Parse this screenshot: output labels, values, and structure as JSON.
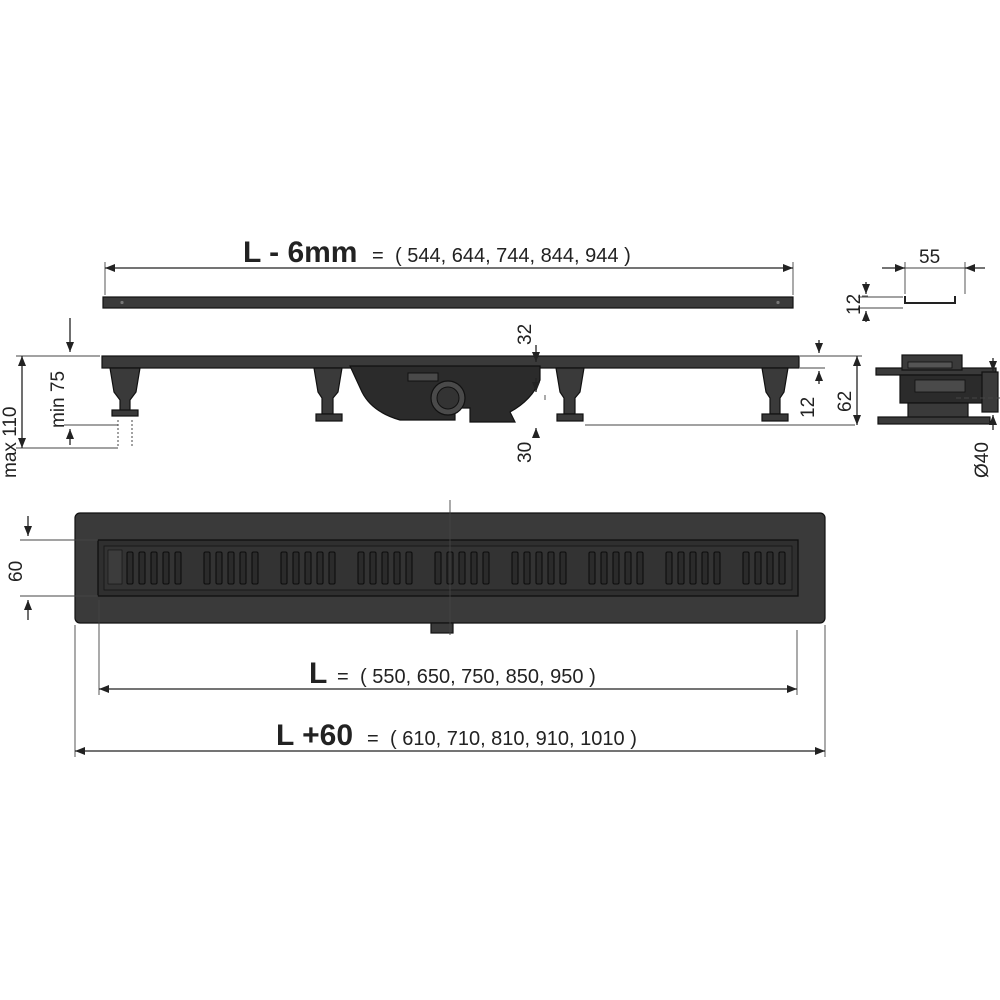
{
  "dimensions": {
    "top_length": {
      "label": "L - 6mm",
      "eq": "=",
      "values": "( 544, 644, 744, 844, 944 )"
    },
    "mid_length": {
      "label": "L",
      "eq": "=",
      "values": "( 550, 650, 750, 850, 950 )"
    },
    "total_length": {
      "label": "L +60",
      "eq": "=",
      "values": "( 610, 710, 810, 910, 1010 )"
    },
    "max_height": "max 110",
    "min_height": "min 75",
    "grate_offset": "32",
    "lower_offset": "30",
    "side_width": "55",
    "side_height": "12",
    "body_height": "62",
    "rim_height": "12",
    "outlet_diameter": "Ø40",
    "channel_width": "60"
  },
  "colors": {
    "part": "#3a3a3a",
    "line": "#222222",
    "background": "#ffffff"
  }
}
